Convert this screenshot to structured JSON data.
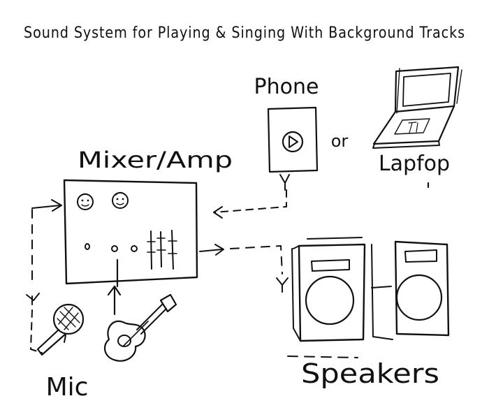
{
  "diagram": {
    "title": "Sound System for Playing & Singing With Background Tracks",
    "labels": {
      "mixer": "Mixer/Amp",
      "phone": "Phone",
      "or": "or",
      "laptop": "Lapfop",
      "mic": "Mic",
      "speakers": "Speakers"
    }
  }
}
